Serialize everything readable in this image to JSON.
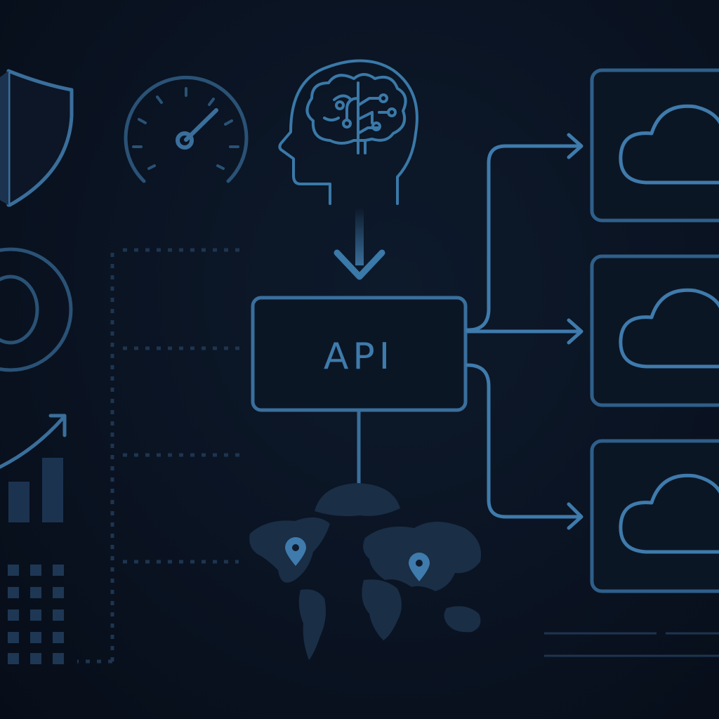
{
  "diagram": {
    "central_node": {
      "label": "API",
      "icon": "api-box"
    },
    "input_source": {
      "icon": "brain-head-icon",
      "flow": "down-arrow-to-api"
    },
    "outputs": [
      {
        "icon": "cloud-icon"
      },
      {
        "icon": "cloud-icon"
      },
      {
        "icon": "cloud-icon"
      }
    ],
    "side_icons": [
      "shield-icon",
      "speedometer-icon",
      "ring-icon",
      "growth-chart-icon",
      "dot-grid-icon"
    ],
    "bottom_graphic": {
      "icon": "world-map",
      "pins": 2
    }
  },
  "colors": {
    "background": "#0a1220",
    "line": "#3a6f9c",
    "line_bright": "#4682b4",
    "dim": "#1c3350",
    "map": "#1a2e46"
  }
}
